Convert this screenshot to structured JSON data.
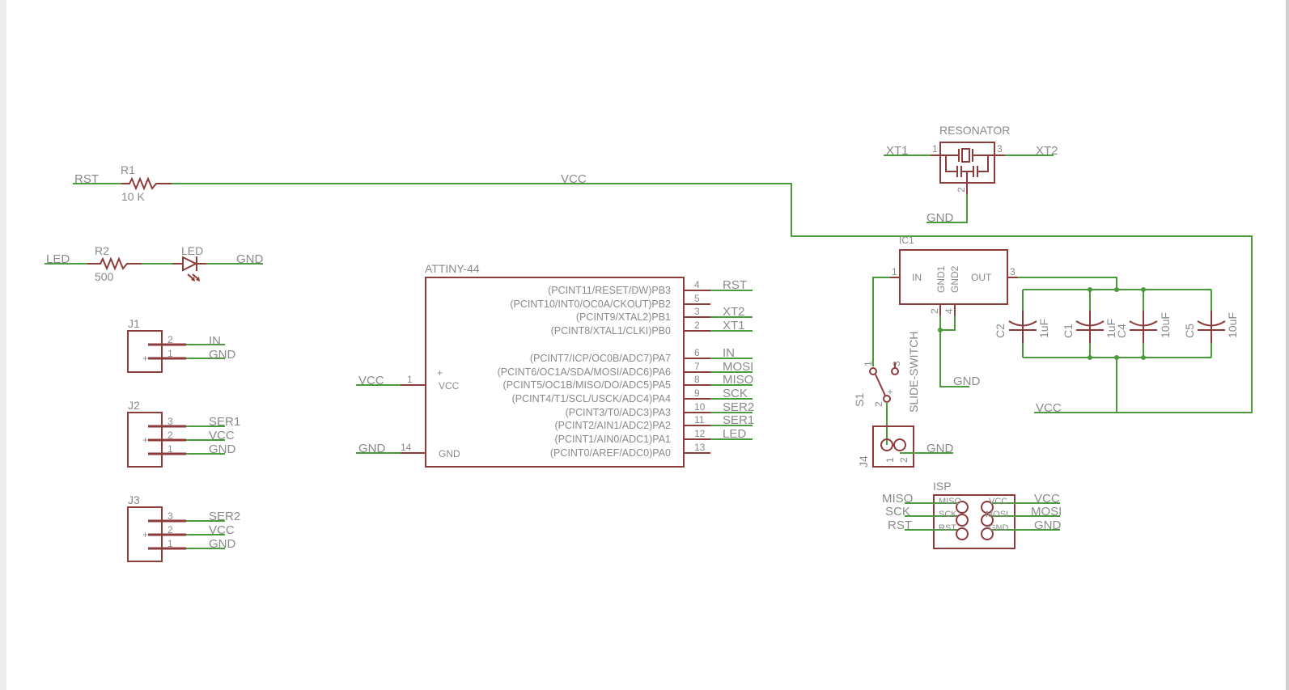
{
  "colors": {
    "wire": "#4b9a3c",
    "part": "#8e3b3b",
    "text": "#8a8a8a",
    "background": "#ffffff"
  },
  "r1": {
    "name": "R1",
    "value": "10 K",
    "net_left": "RST",
    "net_right": "VCC"
  },
  "r2": {
    "name": "R2",
    "value": "500",
    "net_left": "LED"
  },
  "led": {
    "name": "LED",
    "net_right": "GND"
  },
  "j1": {
    "name": "J1",
    "pins": [
      "2",
      "1"
    ],
    "nets": [
      "IN",
      "GND"
    ],
    "plus": "+"
  },
  "j2": {
    "name": "J2",
    "pins": [
      "3",
      "2",
      "1"
    ],
    "nets": [
      "SER1",
      "VCC",
      "GND"
    ],
    "plus": "+"
  },
  "j3": {
    "name": "J3",
    "pins": [
      "3",
      "2",
      "1"
    ],
    "nets": [
      "SER2",
      "VCC",
      "GND"
    ],
    "plus": "+"
  },
  "attiny": {
    "name": "ATTINY-44",
    "vcc": {
      "pin": "1",
      "label": "VCC",
      "net": "VCC",
      "plus": "+"
    },
    "gnd": {
      "pin": "14",
      "label": "GND",
      "net": "GND"
    },
    "pins": [
      {
        "fn": "(PCINT11/RESET/DW)PB3",
        "num": "4",
        "net": "RST"
      },
      {
        "fn": "(PCINT10/INT0/OC0A/CKOUT)PB2",
        "num": "5",
        "net": ""
      },
      {
        "fn": "(PCINT9/XTAL2)PB1",
        "num": "3",
        "net": "XT2"
      },
      {
        "fn": "(PCINT8/XTAL1/CLKI)PB0",
        "num": "2",
        "net": "XT1"
      },
      {
        "fn": "(PCINT7/ICP/OC0B/ADC7)PA7",
        "num": "6",
        "net": "IN"
      },
      {
        "fn": "(PCINT6/OC1A/SDA/MOSI/ADC6)PA6",
        "num": "7",
        "net": "MOSI"
      },
      {
        "fn": "(PCINT5/OC1B/MISO/DO/ADC5)PA5",
        "num": "8",
        "net": "MISO"
      },
      {
        "fn": "(PCINT4/T1/SCL/USCK/ADC4)PA4",
        "num": "9",
        "net": "SCK"
      },
      {
        "fn": "(PCINT3/T0/ADC3)PA3",
        "num": "10",
        "net": "SER2"
      },
      {
        "fn": "(PCINT2/AIN1/ADC2)PA2",
        "num": "11",
        "net": "SER1"
      },
      {
        "fn": "(PCINT1/AIN0/ADC1)PA1",
        "num": "12",
        "net": "LED"
      },
      {
        "fn": "(PCINT0/AREF/ADC0)PA0",
        "num": "13",
        "net": ""
      }
    ]
  },
  "resonator": {
    "name": "RESONATOR",
    "pin1": "1",
    "pin2": "2",
    "pin3": "3",
    "net1": "XT1",
    "net3": "XT2",
    "net2": "GND"
  },
  "ic1": {
    "name": "IC1",
    "in": "IN",
    "gnd1": "GND1",
    "gnd2": "GND2",
    "out": "OUT",
    "pin1": "1",
    "pin2": "2",
    "pin3": "3",
    "pin4": "4",
    "gnd_net": "GND",
    "vcc_net": "VCC"
  },
  "caps": [
    {
      "name": "C2",
      "value": "1uF"
    },
    {
      "name": "C1",
      "value": "1uF"
    },
    {
      "name": "C4",
      "value": "10uF"
    },
    {
      "name": "C5",
      "value": "10uF"
    }
  ],
  "s1": {
    "name": "S1",
    "value": "SLIDE-SWITCH",
    "pin1": "1",
    "pin2": "2",
    "pin3": "3",
    "plus": "+"
  },
  "j4": {
    "name": "J4",
    "pin1": "1",
    "pin2": "2",
    "net": "GND"
  },
  "isp": {
    "name": "ISP",
    "inner": [
      "MISO",
      "SCK",
      "RST",
      "VCC",
      "MOSI",
      "GND"
    ],
    "left_nets": [
      "MISO",
      "SCK",
      "RST"
    ],
    "right_nets": [
      "VCC",
      "MOSI",
      "GND"
    ]
  }
}
